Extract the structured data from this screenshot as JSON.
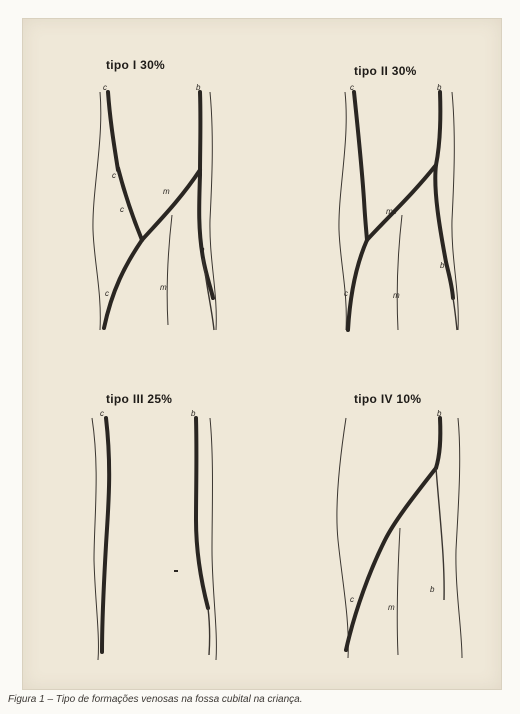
{
  "figure": {
    "caption": "Figura 1 – Tipo de formações venosas na fossa cubital na criança.",
    "panels": [
      {
        "id": "tipo-1",
        "title": "tipo I  30%"
      },
      {
        "id": "tipo-2",
        "title": "tipo II  30%"
      },
      {
        "id": "tipo-3",
        "title": "tipo III  25%"
      },
      {
        "id": "tipo-4",
        "title": "tipo IV  10%"
      }
    ]
  },
  "colors": {
    "paper": "#efe8d8",
    "vein": "#2a2622",
    "outline": "#3a3530",
    "caption": "#3a3632"
  }
}
